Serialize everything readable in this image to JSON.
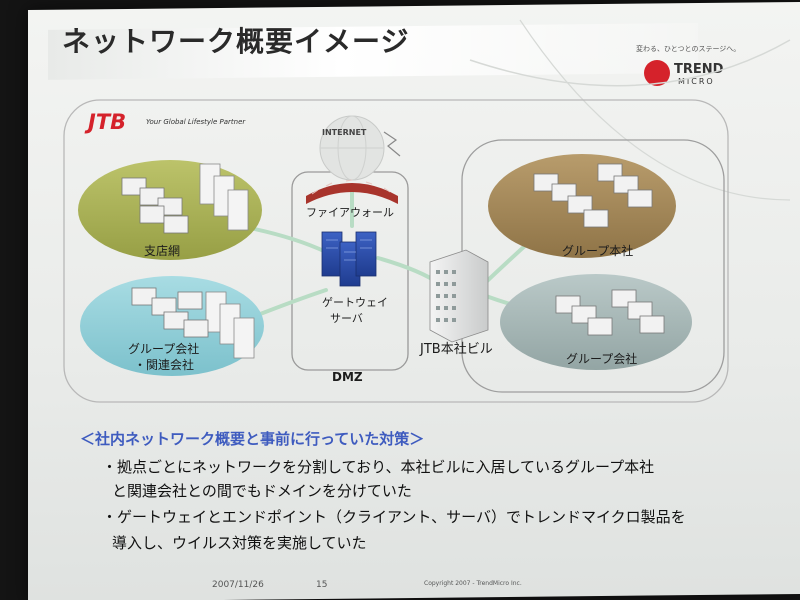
{
  "slide": {
    "title": "ネットワーク概要イメージ",
    "tagline": "変わる、ひとつとのステージへ。"
  },
  "logo": {
    "brand_line1": "TREND",
    "brand_line2": "MICRO",
    "brand_color": "#d5222b"
  },
  "client": {
    "logo_text": "JTB",
    "tagline": "Your Global Lifestyle Partner",
    "logo_color": "#d5222b"
  },
  "nodes": {
    "internet": "INTERNET",
    "firewall": "ファイアウォール",
    "gateway_line1": "ゲートウェイ",
    "gateway_line2": "サーバ",
    "dmz": "DMZ",
    "hq_building": "JTB本社ビル",
    "branch": "支店網",
    "group_affiliates_line1": "グループ会社",
    "group_affiliates_line2": "・関連会社",
    "group_hq": "グループ本社",
    "group_company": "グループ会社"
  },
  "colors": {
    "branch_ellipse": "#a9b257",
    "affiliates_ellipse": "#8fcfd8",
    "group_hq_ellipse": "#a4895a",
    "group_company_ellipse": "#a7b7b6",
    "link_line": "#b8dcc4",
    "heading": "#3e5bbf"
  },
  "notes": {
    "heading": "＜社内ネットワーク概要と事前に行っていた対策＞",
    "bullet1_line1": "・拠点ごとにネットワークを分割しており、本社ビルに入居しているグループ本社",
    "bullet1_line2": "と関連会社との間でもドメインを分けていた",
    "bullet2_line1": "・ゲートウェイとエンドポイント（クライアント、サーバ）でトレンドマイクロ製品を",
    "bullet2_line2": "導入し、ウイルス対策を実施していた"
  },
  "footer": {
    "date": "2007/11/26",
    "page": "15",
    "copyright": "Copyright 2007 - TrendMicro Inc."
  }
}
